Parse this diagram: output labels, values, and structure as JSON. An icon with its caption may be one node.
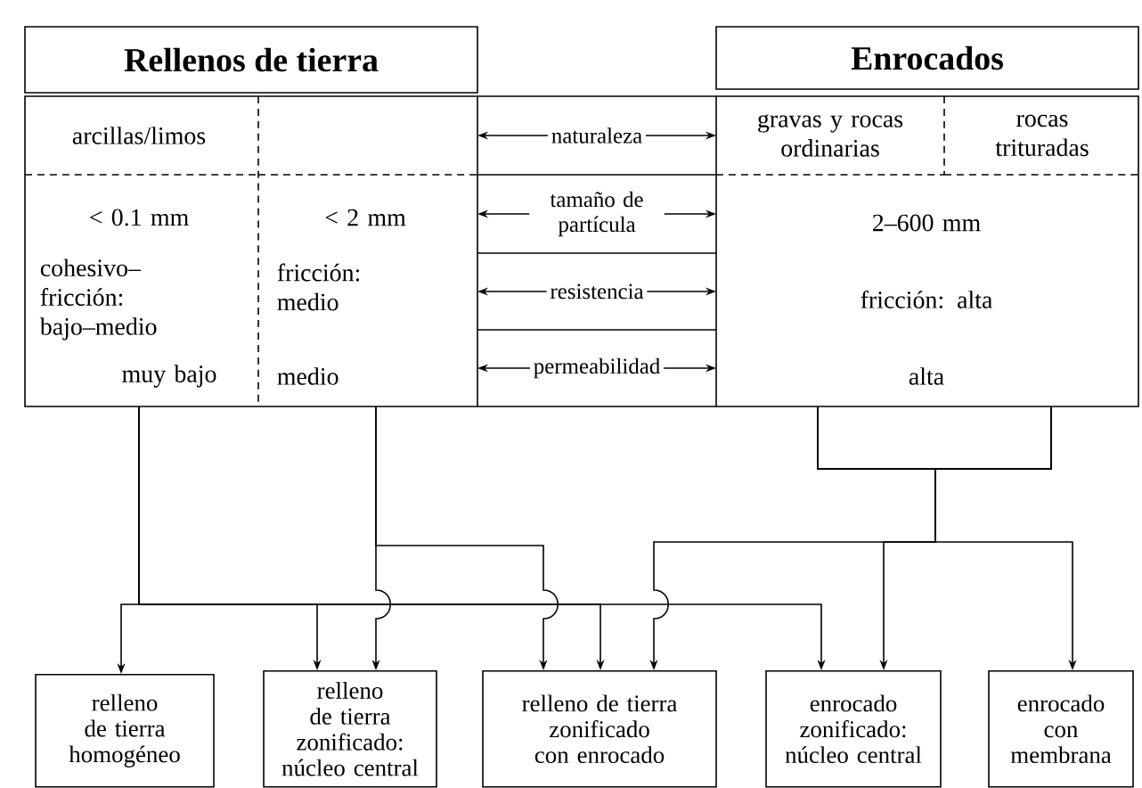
{
  "diagram": {
    "nodes": [
      {
        "text": [
          "Rellenos de tierra"
        ]
      },
      {
        "text": [
          "Enrocados"
        ]
      },
      {
        "text": [
          "arcillas/limos",
          "< 0.1 mm",
          "cohesivo– fricción: bajo–medio",
          "muy bajo"
        ]
      },
      {
        "text": [
          "< 2 mm",
          "fricción: medio",
          "medio"
        ]
      },
      {
        "text": [
          "naturaleza"
        ]
      },
      {
        "text": [
          "gravas y rocas ordinarias"
        ]
      },
      {
        "text": [
          "rocas trituradas"
        ]
      },
      {
        "text": [
          "tamaño de partícula"
        ]
      },
      {
        "text": [
          "resistencia"
        ]
      },
      {
        "text": [
          "permeabilidad"
        ]
      },
      {
        "text": [
          "2–600 mm",
          "fricción: alta",
          "alta"
        ]
      },
      {
        "text": [
          "relleno de tierra homogéneo"
        ]
      },
      {
        "text": [
          "relleno de tierra zonificado: núcleo central"
        ]
      },
      {
        "text": [
          "relleno de tierra zonificado con enrocado"
        ]
      },
      {
        "text": [
          "enrocado zonificado: núcleo central"
        ]
      },
      {
        "text": [
          "enrocado con membrana"
        ]
      }
    ],
    "edges": [
      {
        "from": 4,
        "to": 3,
        "arrow": "to"
      },
      {
        "from": 4,
        "to": 5,
        "arrow": "to"
      },
      {
        "from": 7,
        "to": 3,
        "arrow": "to"
      },
      {
        "from": 7,
        "to": 10,
        "arrow": "to"
      },
      {
        "from": 8,
        "to": 3,
        "arrow": "to"
      },
      {
        "from": 8,
        "to": 10,
        "arrow": "to"
      },
      {
        "from": 9,
        "to": 3,
        "arrow": "to"
      },
      {
        "from": 9,
        "to": 10,
        "arrow": "to"
      },
      {
        "from": 2,
        "to": 11,
        "arrow": "to"
      },
      {
        "from": 2,
        "to": 12,
        "arrow": "to"
      },
      {
        "from": 2,
        "to": 13,
        "arrow": "to"
      },
      {
        "from": 2,
        "to": 14,
        "arrow": "to"
      },
      {
        "from": 3,
        "to": 12,
        "arrow": "to"
      },
      {
        "from": 3,
        "to": 13,
        "arrow": "to"
      },
      {
        "from": 10,
        "to": 13,
        "arrow": "to"
      },
      {
        "from": 10,
        "to": 14,
        "arrow": "to"
      },
      {
        "from": 10,
        "to": 15,
        "arrow": "to"
      }
    ]
  }
}
